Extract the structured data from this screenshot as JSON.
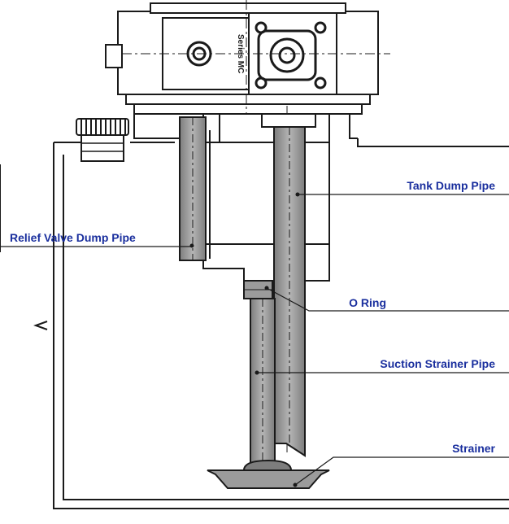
{
  "diagram": {
    "labels": {
      "tank_dump_pipe": "Tank Dump Pipe",
      "relief_valve_dump_pipe": "Relief Valve Dump Pipe",
      "o_ring": "O Ring",
      "suction_strainer_pipe": "Suction Strainer Pipe",
      "strainer": "Strainer"
    },
    "pump_stamp": "Series MC",
    "colors": {
      "label_text": "#1a2f9e",
      "line": "#1a1a1a",
      "pipe_fill": "#9b9b9b",
      "background": "#ffffff"
    }
  }
}
